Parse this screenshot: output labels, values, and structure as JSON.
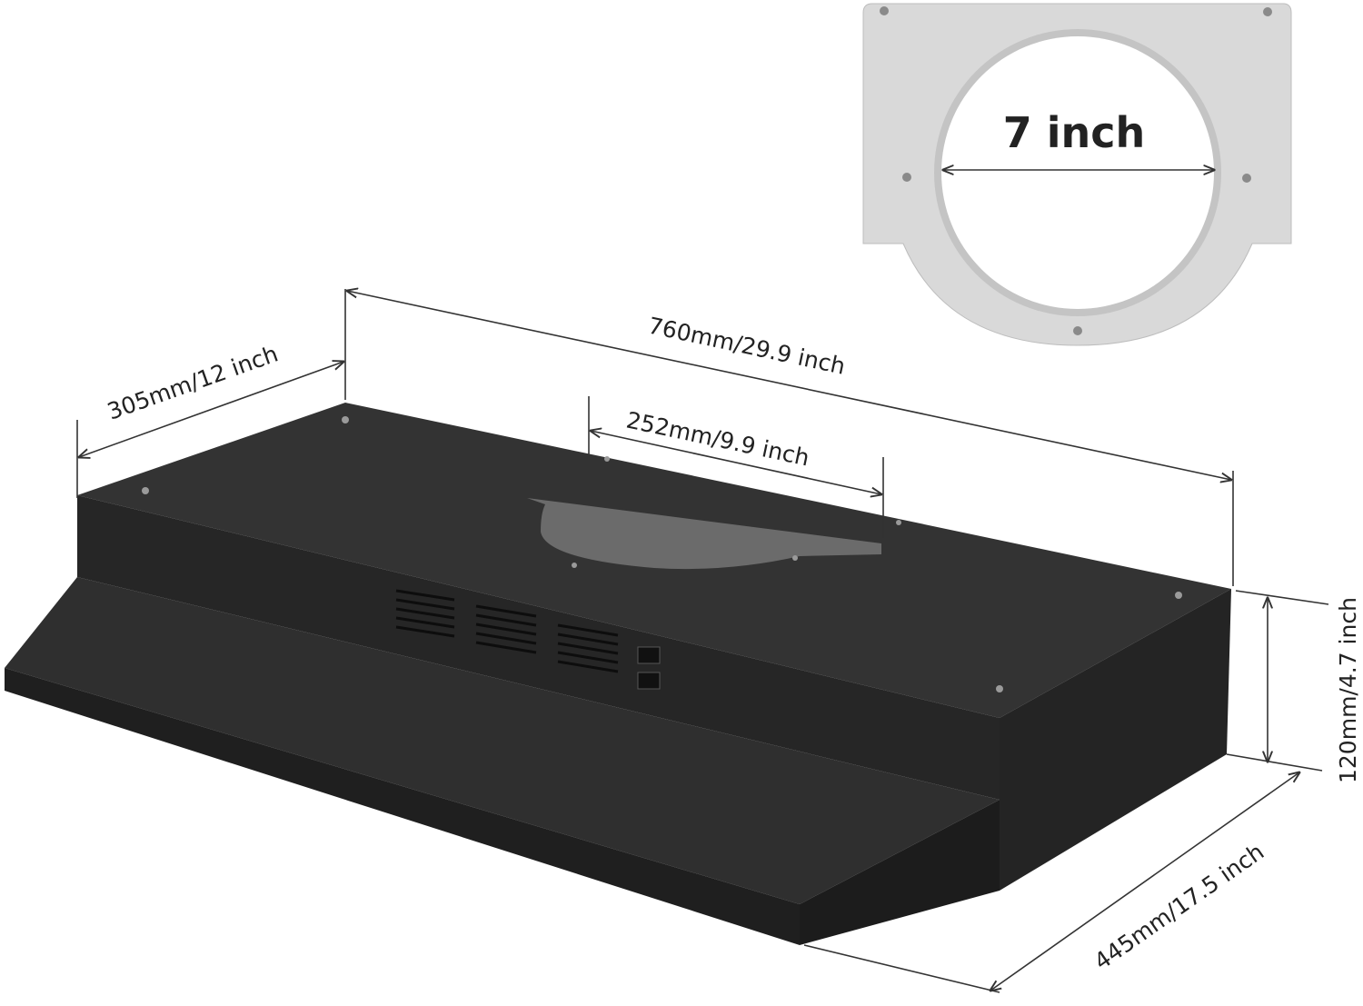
{
  "diagram": {
    "subject": "range-hood",
    "colors": {
      "hood_body": "#2a2a2a",
      "hood_top": "#333333",
      "plate": "#d9d9d9",
      "duct_cutout": "#6b6b6b"
    },
    "dimensions": {
      "depth_top": "305mm/12 inch",
      "width": "760mm/29.9 inch",
      "duct_width": "252mm/9.9 inch",
      "height": "120mm/4.7 inch",
      "depth_bottom": "445mm/17.5 inch"
    },
    "inset": {
      "duct_diameter": "7 inch"
    }
  }
}
